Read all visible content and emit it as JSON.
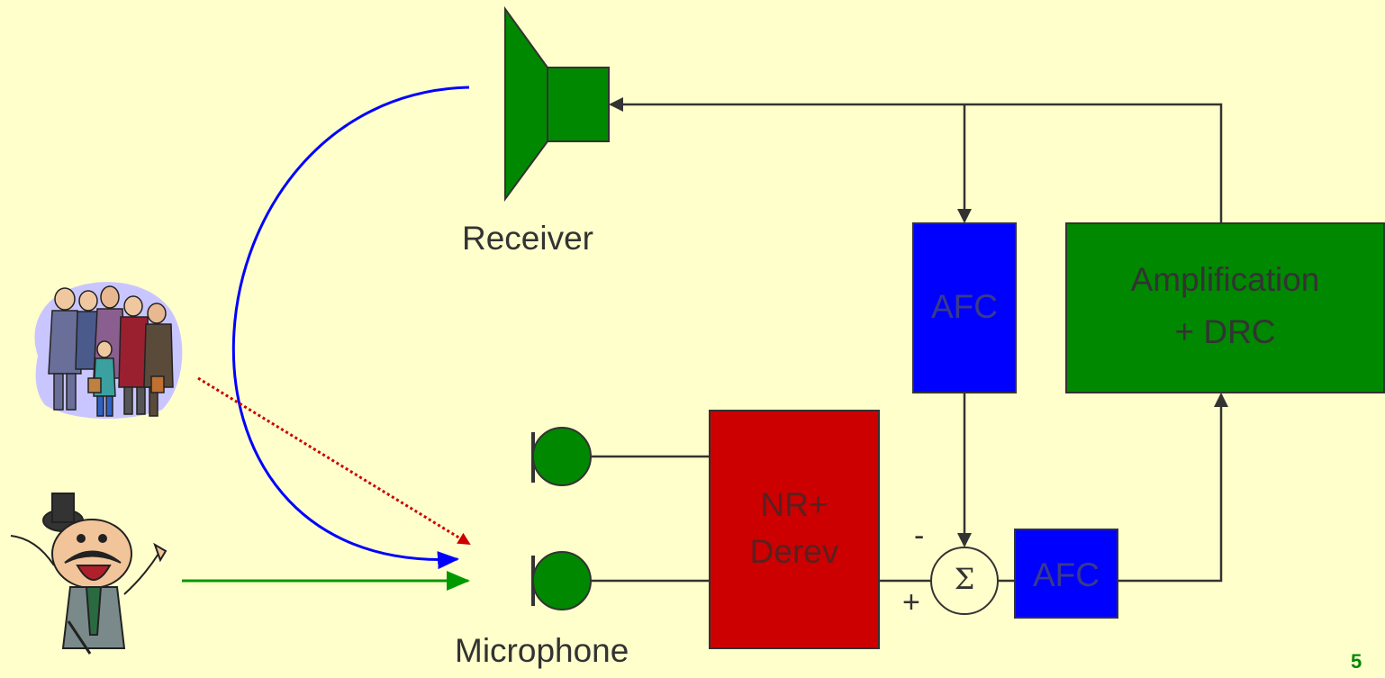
{
  "labels": {
    "receiver": "Receiver",
    "microphone": "Microphone",
    "afc_top": "AFC",
    "afc_bottom": "AFC",
    "amplification_line1": "Amplification",
    "amplification_line2": "+ DRC",
    "nr_line1": "NR+",
    "nr_line2": "Derev",
    "sum_symbol": "Σ",
    "minus_sign": "-",
    "plus_sign": "+",
    "page_number": "5"
  },
  "colors": {
    "background": "#ffffcc",
    "green_block": "#008800",
    "blue_block": "#0000ff",
    "red_block": "#cc0000",
    "feedback_path": "#0000ff",
    "noise_path": "#cc0000",
    "speech_path": "#009900",
    "wire": "#333333",
    "page_number": "#008800"
  },
  "icons": {
    "crowd": "crowd-of-people-clipart",
    "speaker_person": "talking-man-clipart"
  }
}
